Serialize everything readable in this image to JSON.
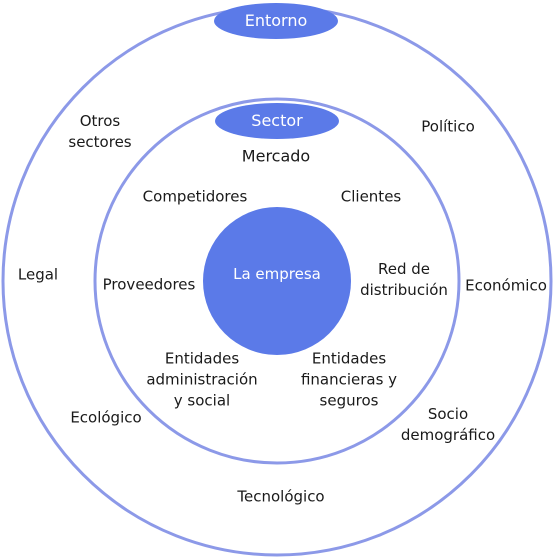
{
  "colors": {
    "ring_stroke": "#8c99e8",
    "accent_fill": "#5b7ae8",
    "text": "#1a1a1a",
    "on_accent_text": "#ffffff"
  },
  "outer": {
    "badge": "Entorno",
    "factors": {
      "otros_sectores": "Otros\nsectores",
      "politico": "Político",
      "legal": "Legal",
      "economico": "Económico",
      "ecologico": "Ecológico",
      "socio_demografico": "Socio\ndemográfico",
      "tecnologico": "Tecnológico"
    }
  },
  "middle": {
    "badge": "Sector",
    "mercado": "Mercado",
    "actors": {
      "competidores": "Competidores",
      "clientes": "Clientes",
      "proveedores": "Proveedores",
      "red_distribucion": "Red de\ndistribución",
      "entidades_admin": "Entidades\nadministración\ny social",
      "entidades_financieras": "Entidades\nfinancieras y\nseguros"
    }
  },
  "core": {
    "label": "La empresa"
  }
}
